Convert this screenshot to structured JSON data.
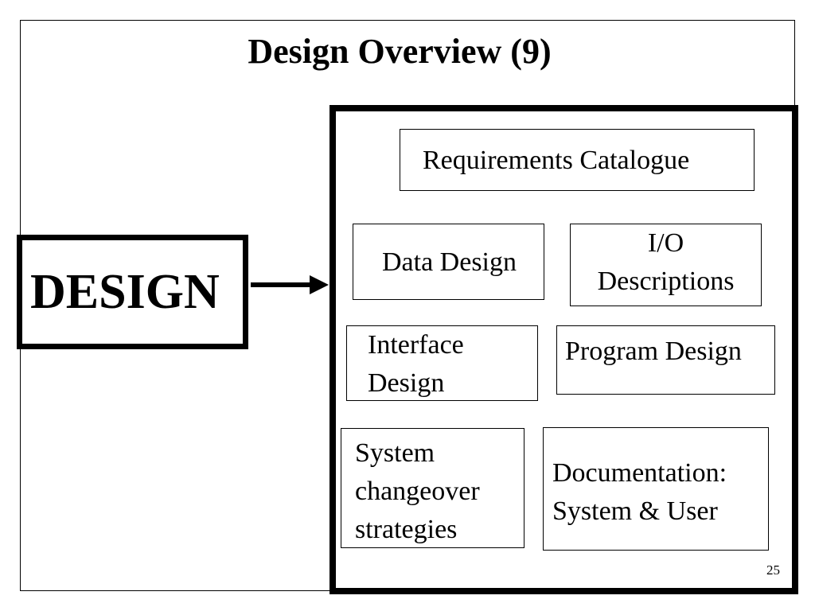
{
  "slide": {
    "title": "Design Overview (9)",
    "source_label": "DESIGN",
    "components": {
      "requirements": "Requirements Catalogue",
      "data_design": "Data Design",
      "io_descriptions": "I/O\nDescriptions",
      "interface_design": "Interface\nDesign",
      "program_design": "Program Design",
      "system_changeover": "System\nchangeover\nstrategies",
      "documentation": "Documentation:\nSystem & User"
    },
    "page_number": "25"
  }
}
